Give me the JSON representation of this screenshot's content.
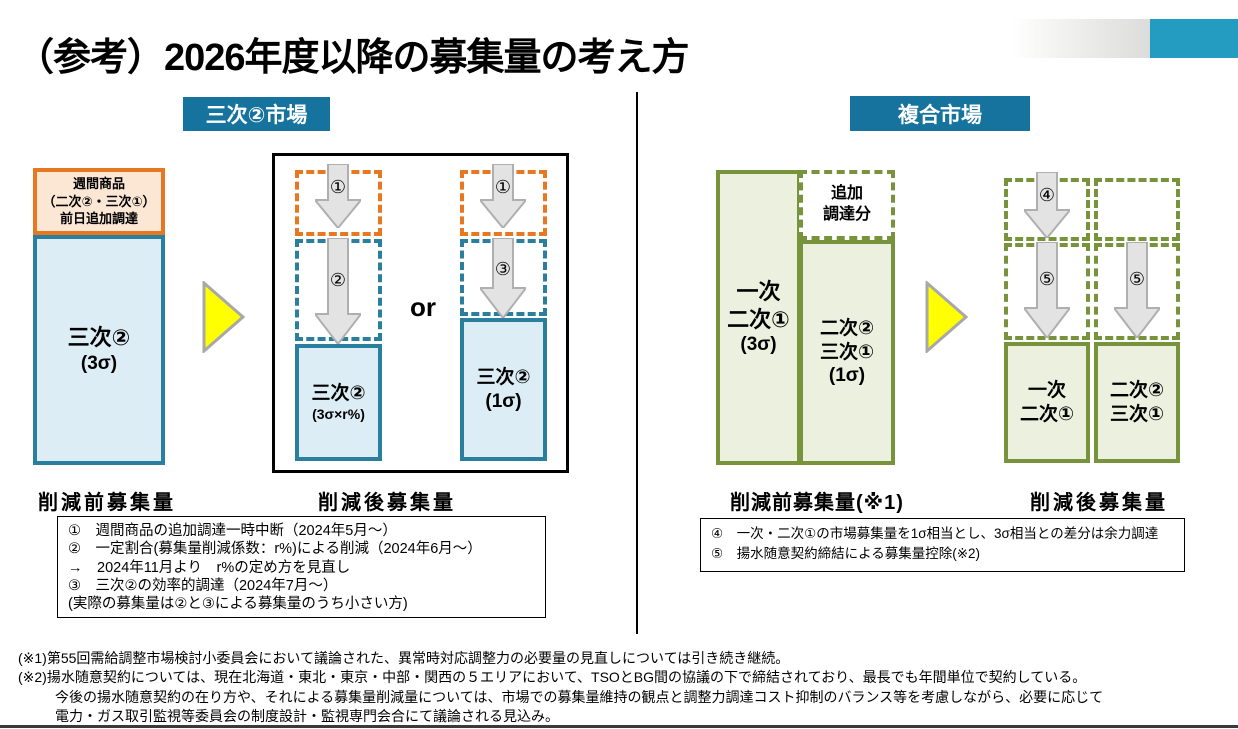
{
  "title": "（参考）2026年度以降の募集量の考え方",
  "colors": {
    "badge_teal": "#16739D",
    "deco_teal": "#249BC0",
    "teal_border": "#2B7F9E",
    "teal_fill": "#DCEDF6",
    "orange_border": "#E87722",
    "orange_fill": "#FCE7D5",
    "green_border": "#77933C",
    "green_fill": "#EBF1DE",
    "flow_arrow_yellow": "#FFFF00"
  },
  "left_section": {
    "badge": "三次②市場",
    "before_bar": {
      "weekly_line1": "週間商品",
      "weekly_line2": "（二次②・三次①）",
      "weekly_line3": "前日追加調達",
      "main_line1": "三次②",
      "main_line2": "(3σ)"
    },
    "before_caption": "削減前募集量",
    "or_label": "or",
    "option_a": {
      "arrow1_num": "①",
      "arrow2_num": "②",
      "bar_line1": "三次②",
      "bar_line2": "(3σ×r%)"
    },
    "option_b": {
      "arrow1_num": "①",
      "arrow2_num": "③",
      "bar_line1": "三次②",
      "bar_line2": "(1σ)"
    },
    "after_caption": "削減後募集量",
    "notes": [
      "①　週間商品の追加調達一時中断（2024年5月～）",
      "②　一定割合(募集量削減係数：r%)による削減（2024年6月～）",
      "→　2024年11月より　r%の定め方を見直し",
      "③　三次②の効率的調達（2024年7月～）",
      "(実際の募集量は②と③による募集量のうち小さい方)"
    ]
  },
  "right_section": {
    "badge": "複合市場",
    "before": {
      "bar1_line1": "一次",
      "bar1_line2": "二次①",
      "bar1_line3": "(3σ)",
      "added_line1": "追加",
      "added_line2": "調達分",
      "bar2_line1": "二次②",
      "bar2_line2": "三次①",
      "bar2_line3": "(1σ)"
    },
    "before_caption": "削減前募集量(※1)",
    "after": {
      "arrow4_num": "④",
      "arrow5a_num": "⑤",
      "arrow5b_num": "⑤",
      "col1_line1": "一次",
      "col1_line2": "二次①",
      "col2_line1": "二次②",
      "col2_line2": "三次①"
    },
    "after_caption": "削減後募集量",
    "notes": [
      "④　一次・二次①の市場募集量を1σ相当とし、3σ相当との差分は余力調達",
      "⑤　揚水随意契約締結による募集量控除(※2)"
    ]
  },
  "footnotes": [
    "(※1)第55回需給調整市場検討小委員会において議論された、異常時対応調整力の必要量の見直しについては引き続き継続。",
    "(※2)揚水随意契約については、現在北海道・東北・東京・中部・関西の５エリアにおいて、TSOとBG間の協議の下で締結されており、最長でも年間単位で契約している。",
    "今後の揚水随意契約の在り方や、それによる募集量削減量については、市場での募集量維持の観点と調整力調達コスト抑制のバランス等を考慮しながら、必要に応じて",
    "電力・ガス取引監視等委員会の制度設計・監視専門会合にて議論される見込み。"
  ]
}
